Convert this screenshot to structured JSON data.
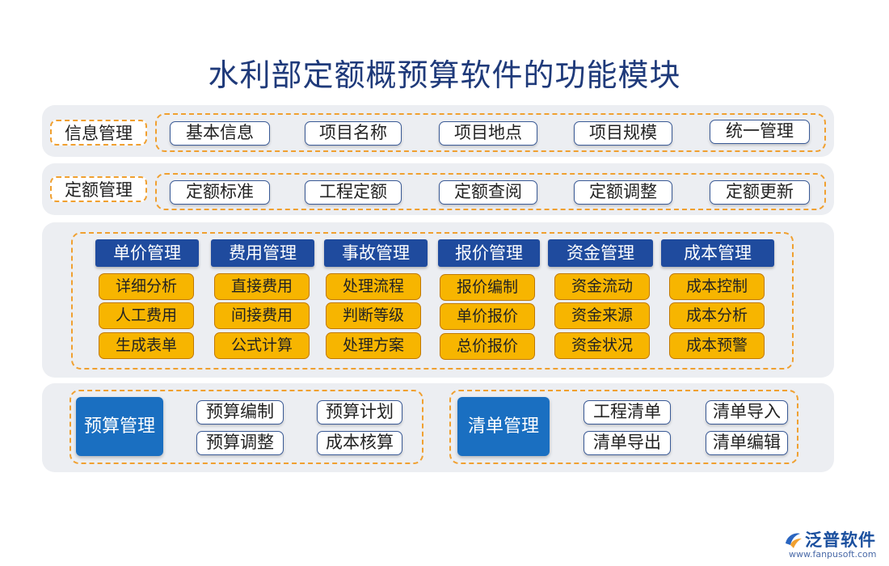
{
  "title": "水利部定额概预算软件的功能模块",
  "row1": {
    "label": "信息管理",
    "items": [
      "基本信息",
      "项目名称",
      "项目地点",
      "项目规模",
      "统一管理"
    ]
  },
  "row2": {
    "label": "定额管理",
    "items": [
      "定额标准",
      "工程定额",
      "定额查阅",
      "定额调整",
      "定额更新"
    ]
  },
  "row3": {
    "columns": [
      {
        "header": "单价管理",
        "items": [
          "详细分析",
          "人工费用",
          "生成表单"
        ]
      },
      {
        "header": "费用管理",
        "items": [
          "直接费用",
          "间接费用",
          "公式计算"
        ]
      },
      {
        "header": "事故管理",
        "items": [
          "处理流程",
          "判断等级",
          "处理方案"
        ]
      },
      {
        "header": "报价管理",
        "items": [
          "报价编制",
          "单价报价",
          "总价报价"
        ]
      },
      {
        "header": "资金管理",
        "items": [
          "资金流动",
          "资金来源",
          "资金状况"
        ]
      },
      {
        "header": "成本管理",
        "items": [
          "成本控制",
          "成本分析",
          "成本预警"
        ]
      }
    ]
  },
  "row4": {
    "left": {
      "label": "预算管理",
      "items": [
        "预算编制",
        "预算计划",
        "预算调整",
        "成本核算"
      ]
    },
    "right": {
      "label": "清单管理",
      "items": [
        "工程清单",
        "清单导入",
        "清单导出",
        "清单编辑"
      ]
    }
  },
  "logo": {
    "name": "泛普软件",
    "url": "www.fanpusoft.com"
  }
}
